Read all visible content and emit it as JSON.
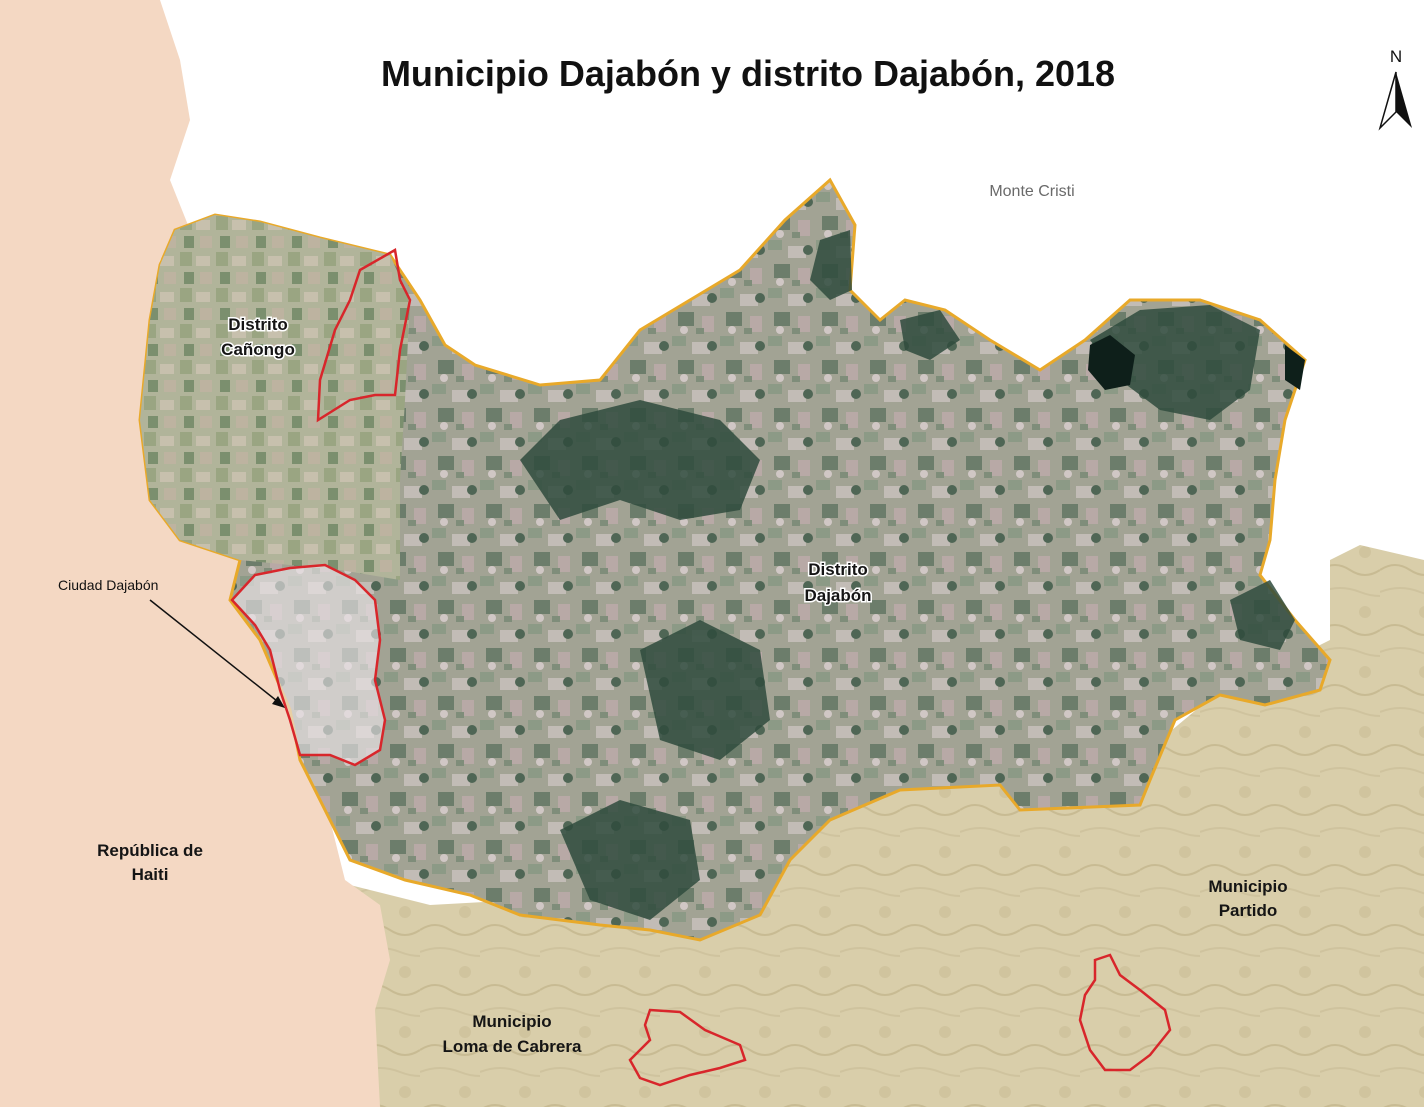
{
  "title": "Municipio Dajabón y distrito Dajabón, 2018",
  "north_arrow": {
    "letter": "N"
  },
  "labels": {
    "monte_cristi": "Monte Cristi",
    "distrito_canongo": [
      "Distrito",
      "Cañongo"
    ],
    "distrito_dajabon": [
      "Distrito",
      "Dajabón"
    ],
    "ciudad_dajabon": "Ciudad Dajabón",
    "republica_haiti": [
      "República de",
      "Haiti"
    ],
    "municipio_partido": [
      "Municipio",
      "Partido"
    ],
    "municipio_loma": [
      "Municipio",
      "Loma de Cabrera"
    ]
  },
  "colors": {
    "haiti_fill": "#f4d8c3",
    "neighbor_fill": "#d9ceaa",
    "district_boundary": "#e8a92a",
    "urban_boundary": "#d8262b",
    "satellite_base": "#a2a394",
    "vegetation_dark": "#2f4b3d"
  }
}
